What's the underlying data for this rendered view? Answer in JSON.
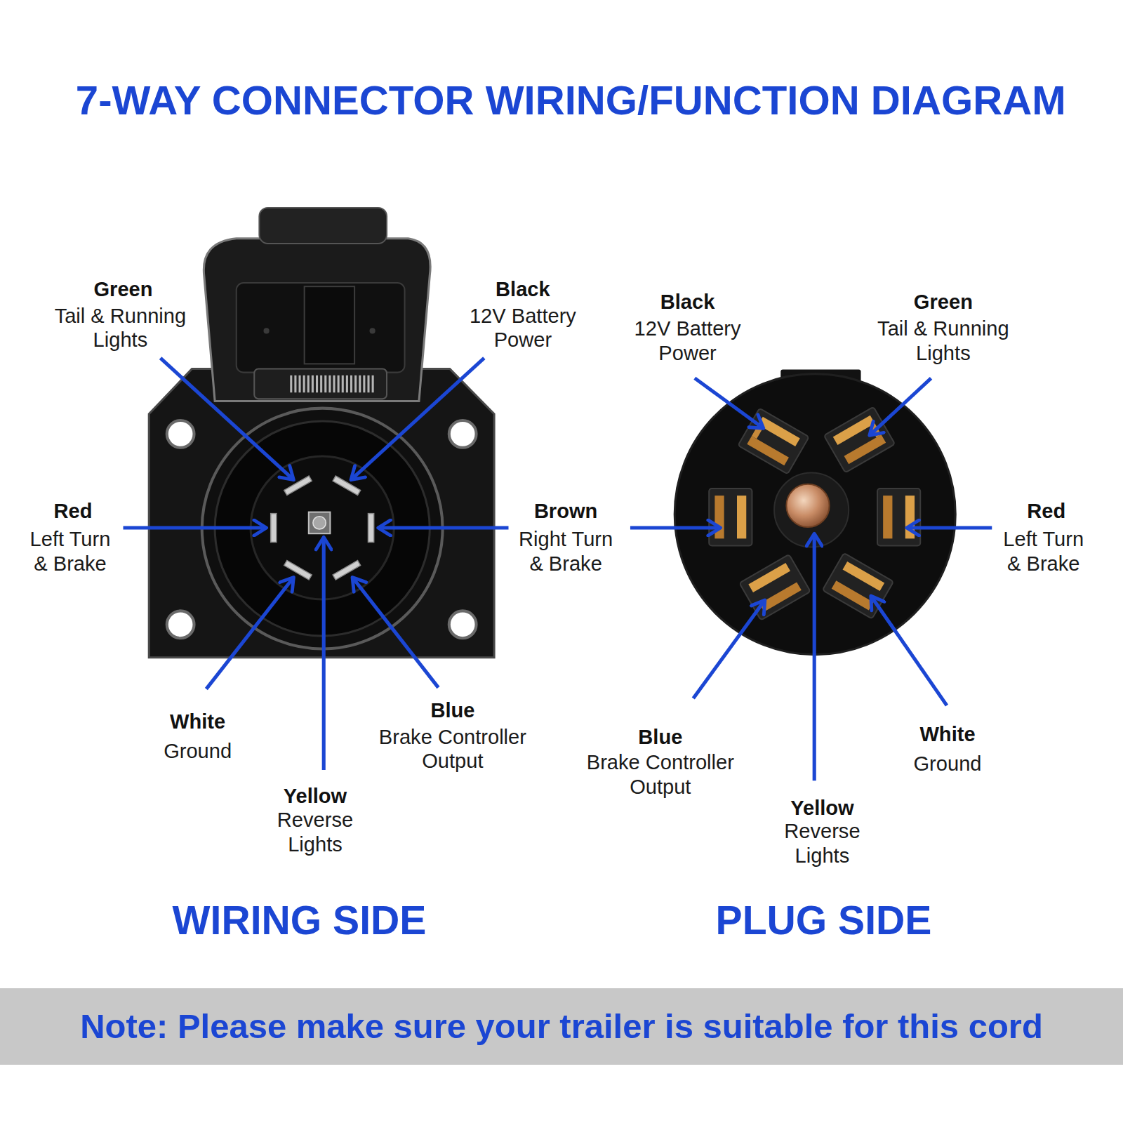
{
  "diagram": {
    "title": "7-WAY CONNECTOR WIRING/FUNCTION DIAGRAM",
    "nodes": [
      {
        "text": [
          "Note: Please make sure your trailer is suitable for this cord"
        ]
      }
    ],
    "labels": [
      "Green",
      "Tail & Running Lights",
      "Black",
      "12V Battery Power",
      "Red",
      "Left Turn & Brake",
      "Brown",
      "Right Turn & Brake",
      "White",
      "Ground",
      "Yellow",
      "Reverse Lights",
      "Blue",
      "Brake Controller Output",
      "WIRING SIDE",
      "Black",
      "12V Battery Power",
      "Green",
      "Tail & Running Lights",
      "Red",
      "Left Turn & Brake",
      "Blue",
      "Brake Controller Output",
      "Yellow",
      "Reverse Lights",
      "White",
      "Ground",
      "PLUG SIDE"
    ]
  }
}
